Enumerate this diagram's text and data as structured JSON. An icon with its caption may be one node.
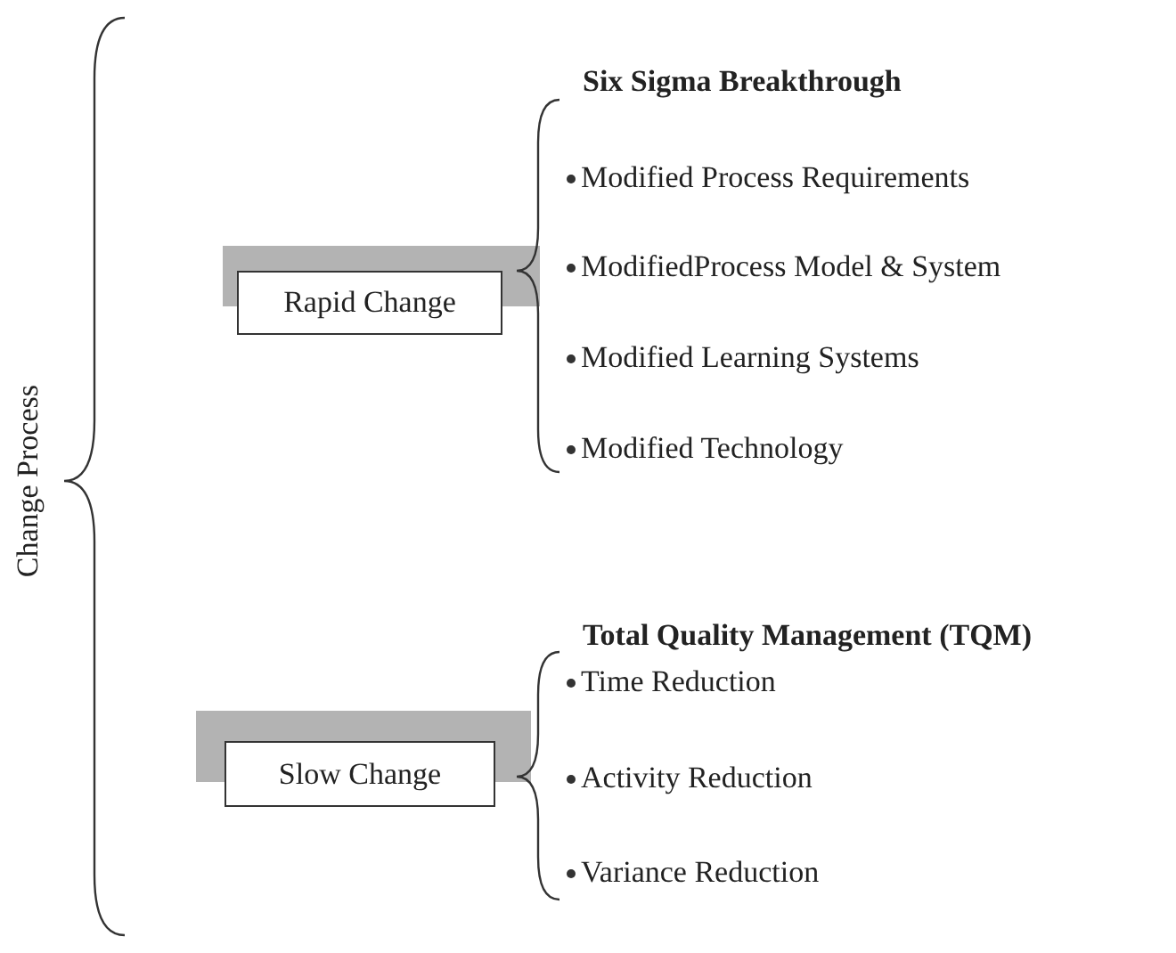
{
  "diagram": {
    "nodes": [
      {
        "text": [
          "Change Process"
        ]
      },
      {
        "text": [
          "Rapid Change"
        ]
      },
      {
        "text": [
          "Slow Change"
        ]
      }
    ],
    "edges": [],
    "labels": [
      "Six Sigma Breakthrough",
      "Modified Process Requirements",
      "ModifiedProcess Model & System",
      "Modified Learning Systems",
      "Modified Technology",
      "Total Quality Management (TQM)",
      "Time Reduction",
      "Activity Reduction",
      "Variance Reduction"
    ]
  }
}
